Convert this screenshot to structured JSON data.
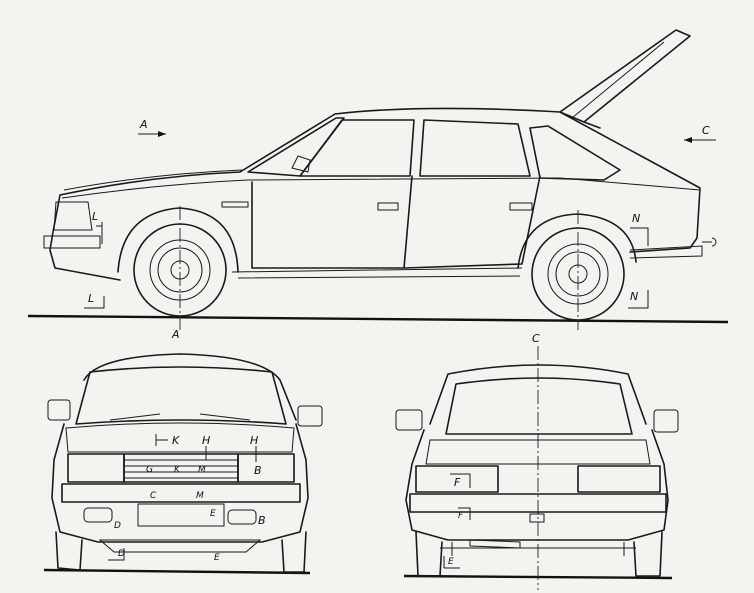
{
  "view_labels": {
    "a_side_top": "A",
    "a_side_bottom": "A",
    "c_side_top": "C",
    "c_rear_top": "C"
  },
  "section_labels": {
    "l_upper": "L",
    "l_lower": "L",
    "n_upper": "N",
    "n_lower": "N",
    "front_k_upper": "K",
    "front_k_lower": "K",
    "front_h_left": "H",
    "front_h_right": "H",
    "front_g": "G",
    "front_m_upper": "M",
    "front_m_lower": "M",
    "front_b_upper": "B",
    "front_b_lower": "B",
    "front_c": "C",
    "front_d_upper": "D",
    "front_d_lower": "D",
    "front_e_upper": "E",
    "front_e_lower": "E",
    "rear_f_upper": "F",
    "rear_f_lower": "F",
    "rear_e": "E"
  }
}
